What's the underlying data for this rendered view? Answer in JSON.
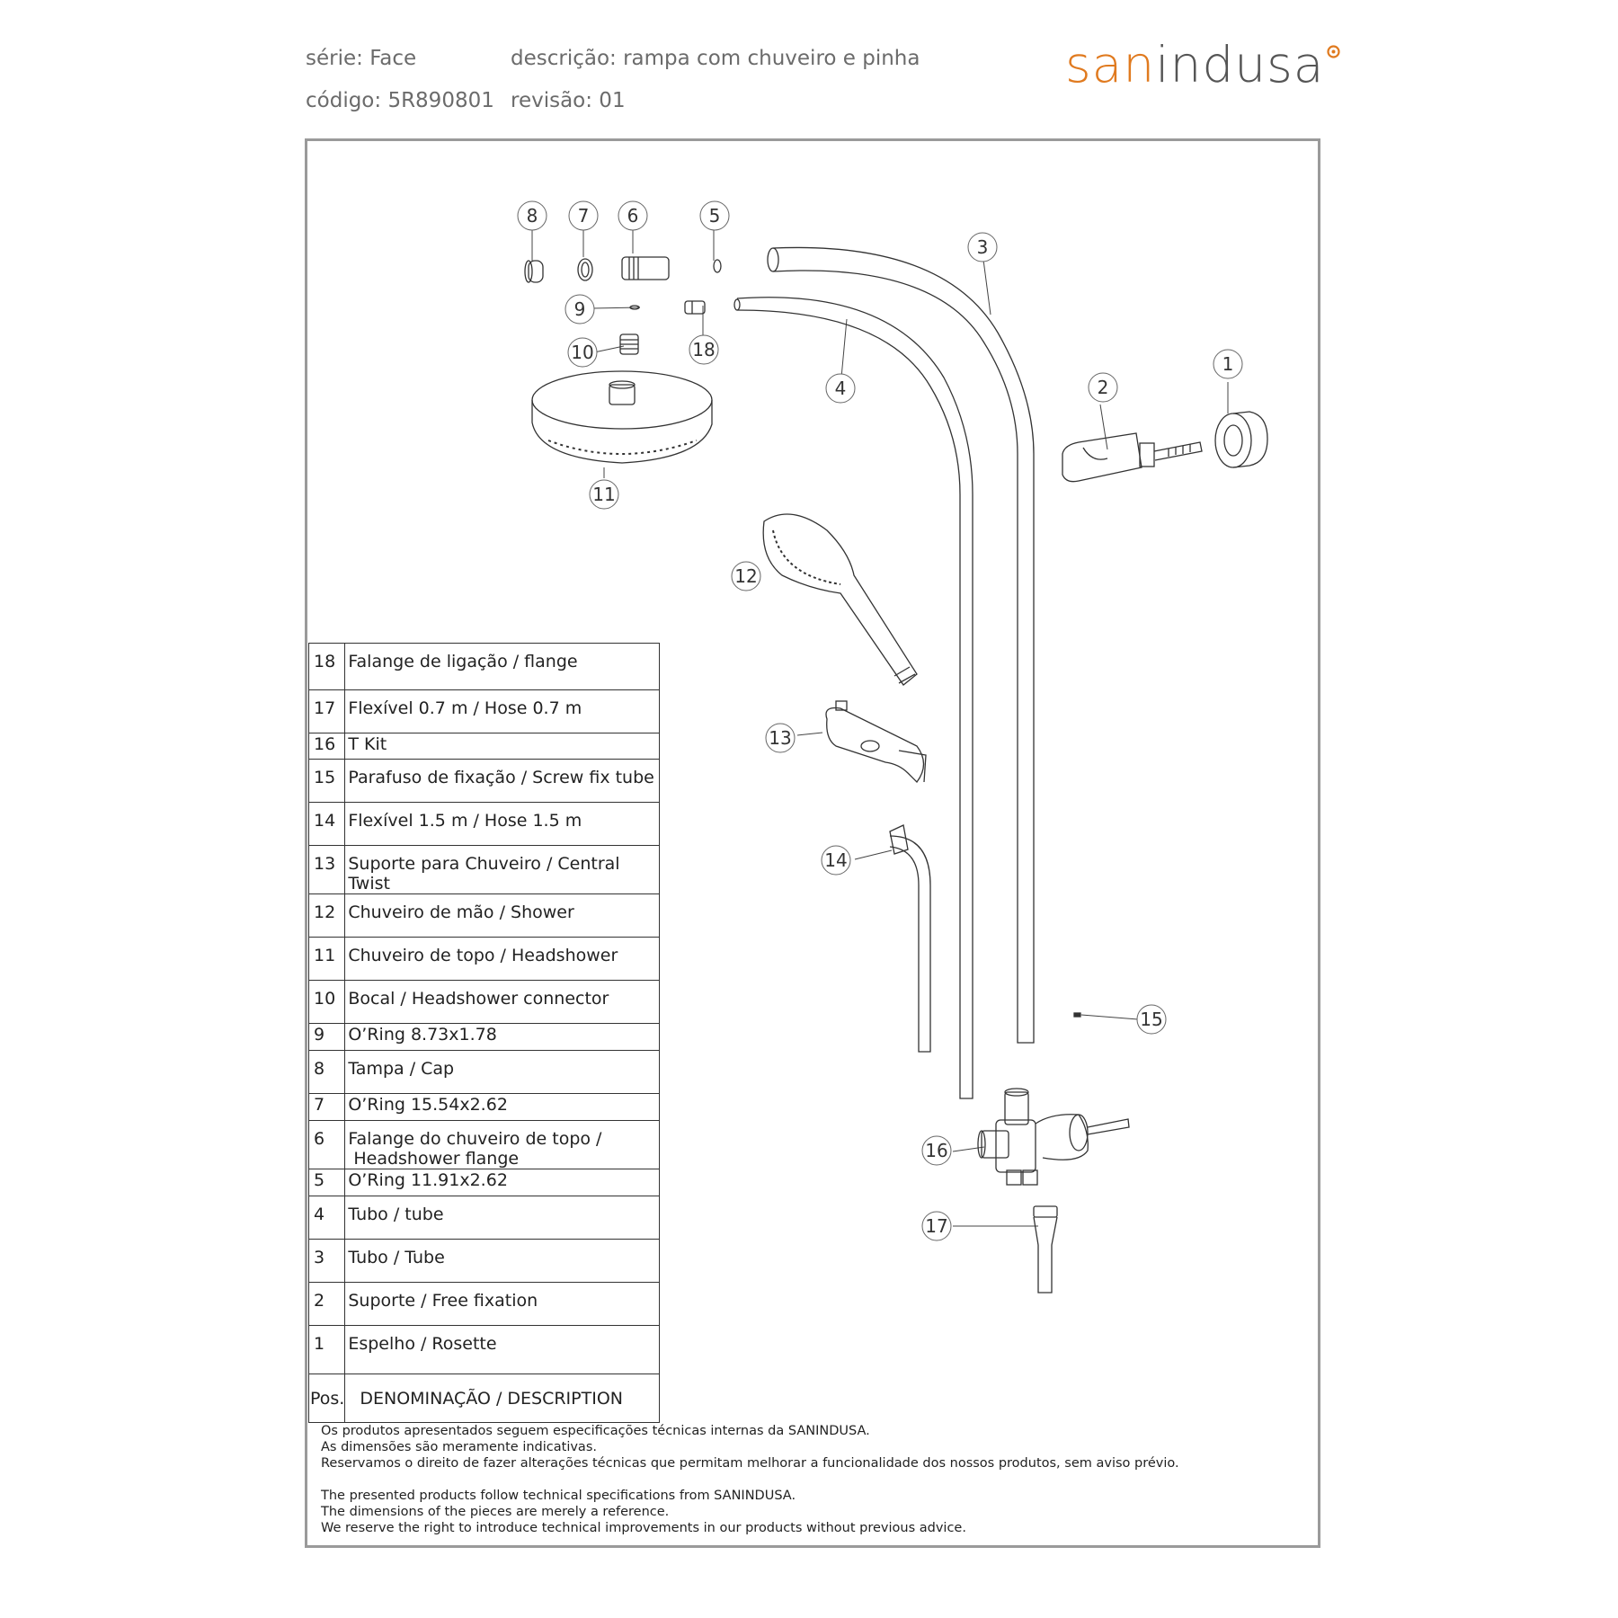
{
  "header": {
    "serie": "série: Face",
    "descricao": "descrição: rampa com chuveiro e pinha",
    "codigo": "código: 5R890801",
    "revisao": "revisão: 01"
  },
  "logo": {
    "part1": "san",
    "part2": "indusa"
  },
  "callouts": [
    "1",
    "2",
    "3",
    "4",
    "5",
    "6",
    "7",
    "8",
    "9",
    "10",
    "11",
    "12",
    "13",
    "14",
    "15",
    "16",
    "17",
    "18"
  ],
  "parts_table": {
    "rows": [
      {
        "pos": "18",
        "desc": "Falange de ligação / flange"
      },
      {
        "pos": "17",
        "desc": "Flexível 0.7 m / Hose 0.7 m"
      },
      {
        "pos": "16",
        "desc": "T Kit"
      },
      {
        "pos": "15",
        "desc": "Parafuso de fixação / Screw fix tube"
      },
      {
        "pos": "14",
        "desc": "Flexível 1.5 m / Hose 1.5 m"
      },
      {
        "pos": "13",
        "desc": "Suporte para Chuveiro / Central Twist"
      },
      {
        "pos": "12",
        "desc": "Chuveiro de mão / Shower"
      },
      {
        "pos": "11",
        "desc": "Chuveiro de topo / Headshower"
      },
      {
        "pos": "10",
        "desc": "Bocal / Headshower connector"
      },
      {
        "pos": "9",
        "desc": "O’Ring 8.73x1.78"
      },
      {
        "pos": "8",
        "desc": "Tampa / Cap"
      },
      {
        "pos": "7",
        "desc": "O’Ring 15.54x2.62"
      },
      {
        "pos": "6",
        "desc": "Falange do chuveiro de topo /",
        "desc2": "Headshower flange"
      },
      {
        "pos": "5",
        "desc": "O’Ring 11.91x2.62"
      },
      {
        "pos": "4",
        "desc": "Tubo  /  tube"
      },
      {
        "pos": "3",
        "desc": "Tubo  / Tube"
      },
      {
        "pos": "2",
        "desc": "Suporte / Free fixation"
      },
      {
        "pos": "1",
        "desc": "Espelho / Rosette"
      }
    ],
    "footer_pos": "Pos.",
    "footer_desc": "DENOMINAÇÃO / DESCRIPTION"
  },
  "notes": {
    "pt1": "Os produtos apresentados seguem especificações técnicas internas da SANINDUSA.",
    "pt2": "As dimensões são meramente indicativas.",
    "pt3": "Reservamos o direito de fazer alterações técnicas que permitam melhorar a funcionalidade dos nossos produtos, sem aviso prévio.",
    "en1": "The presented products follow technical specifications from SANINDUSA.",
    "en2": "The dimensions of the pieces are merely a reference.",
    "en3": "We reserve the right to introduce technical improvements in our products without previous advice."
  },
  "colors": {
    "brand_orange": "#e07a1f",
    "text_gray": "#6b6b6b",
    "frame": "#9a9a9a"
  }
}
